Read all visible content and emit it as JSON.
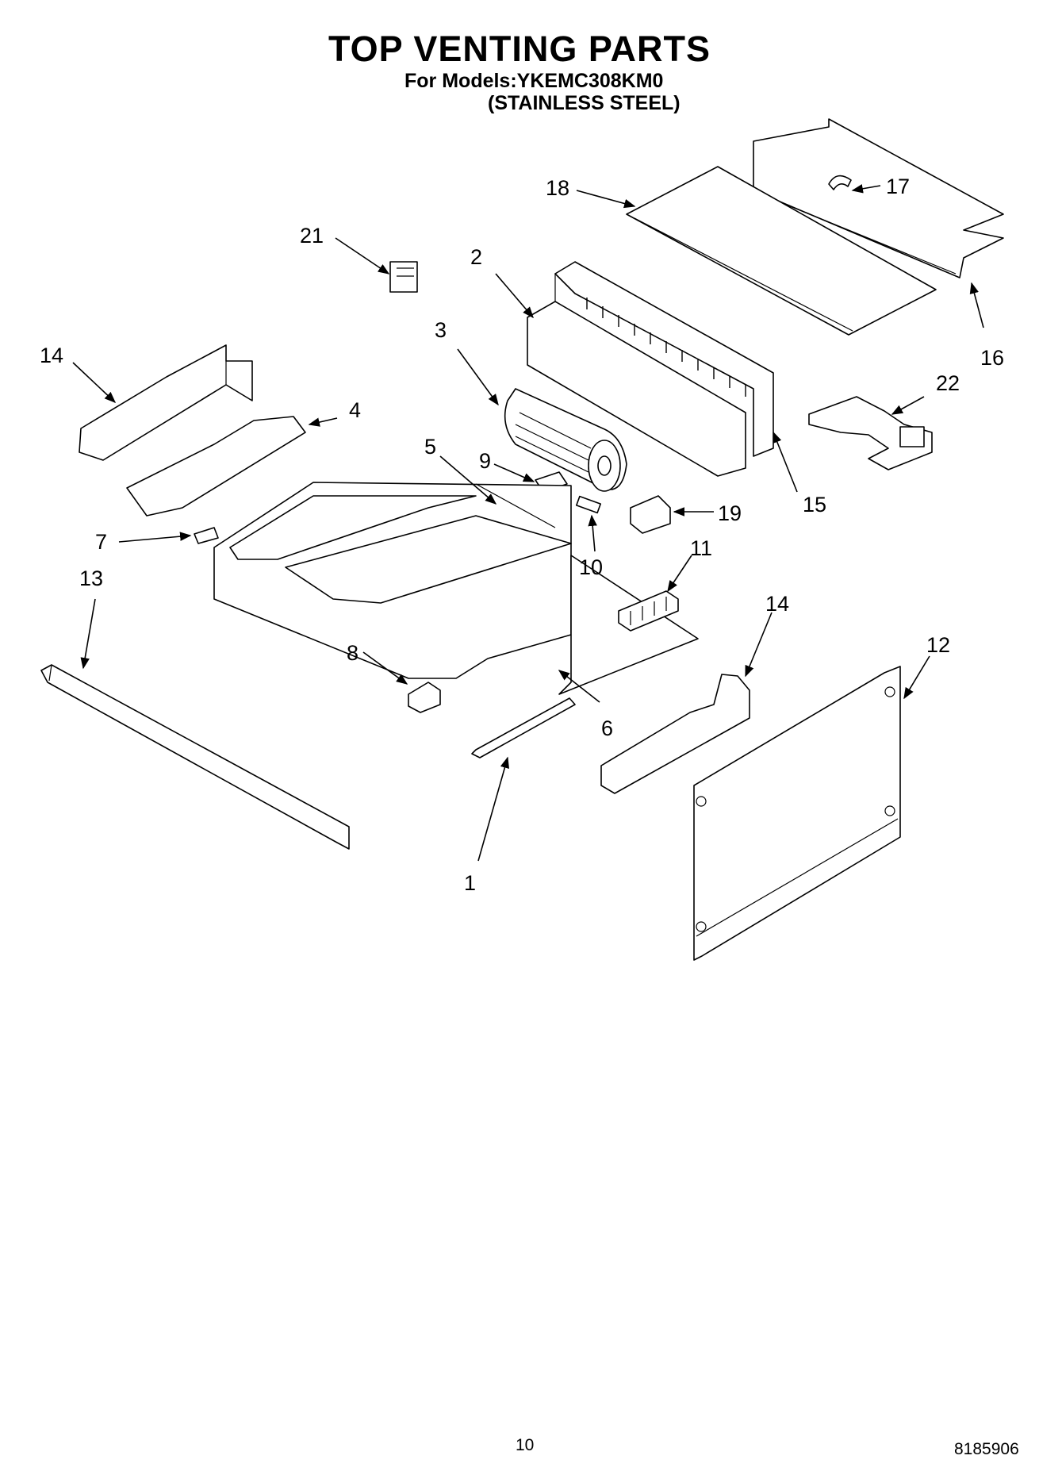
{
  "header": {
    "title": "TOP VENTING PARTS",
    "models_line": "For Models:YKEMC308KM0",
    "finish_line": "(STAINLESS STEEL)"
  },
  "callouts": {
    "c1": "1",
    "c2": "2",
    "c3": "3",
    "c4": "4",
    "c5": "5",
    "c6": "6",
    "c7": "7",
    "c8": "8",
    "c9": "9",
    "c10": "10",
    "c11": "11",
    "c12": "12",
    "c13": "13",
    "c14a": "14",
    "c14b": "14",
    "c15": "15",
    "c16": "16",
    "c17": "17",
    "c18": "18",
    "c19": "19",
    "c21": "21",
    "c22": "22"
  },
  "footer": {
    "page_number": "10",
    "document_number": "8185906"
  }
}
